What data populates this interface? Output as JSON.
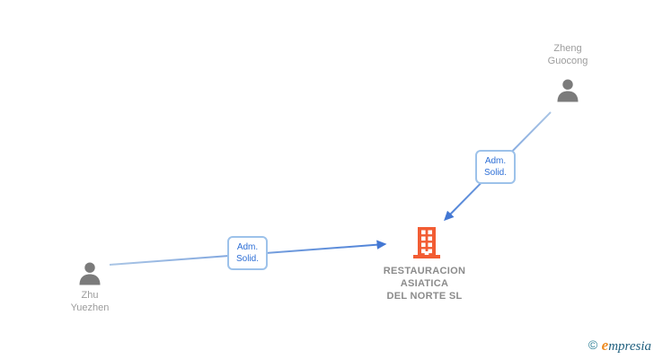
{
  "diagram_type": "corporate-links-graph",
  "background_color": "#ffffff",
  "nodes": {
    "person_top": {
      "type": "person",
      "name_line1": "Zheng",
      "name_line2": "Guocong",
      "icon": "person-icon",
      "icon_color": "#7b7b7b",
      "name_color": "#9c9c9c"
    },
    "person_left": {
      "type": "person",
      "name_line1": "Zhu",
      "name_line2": "Yuezhen",
      "icon": "person-icon",
      "icon_color": "#7b7b7b",
      "name_color": "#9c9c9c"
    },
    "company": {
      "type": "company",
      "name_line1": "RESTAURACION",
      "name_line2": "ASIATICA",
      "name_line3": "DEL NORTE SL",
      "icon": "building-icon",
      "icon_color": "#f25c33",
      "name_color": "#8b8b8b"
    }
  },
  "edges": [
    {
      "from": "person_left",
      "to": "company",
      "label_line1": "Adm.",
      "label_line2": "Solid."
    },
    {
      "from": "person_top",
      "to": "company",
      "label_line1": "Adm.",
      "label_line2": "Solid."
    }
  ],
  "edge_style": {
    "line_color_start": "#aac5e5",
    "line_color_end": "#4e82d8",
    "arrow_color": "#4377d3",
    "label_text_color": "#2e6fd6",
    "label_border_color": "#9dc2ea"
  },
  "logo": {
    "copyright_symbol": "©",
    "brand_first_letter": "e",
    "brand_rest": "mpresia",
    "copyright_color": "#2d7f97",
    "first_letter_color": "#ee8b21",
    "brand_color": "#1f5f7e"
  }
}
